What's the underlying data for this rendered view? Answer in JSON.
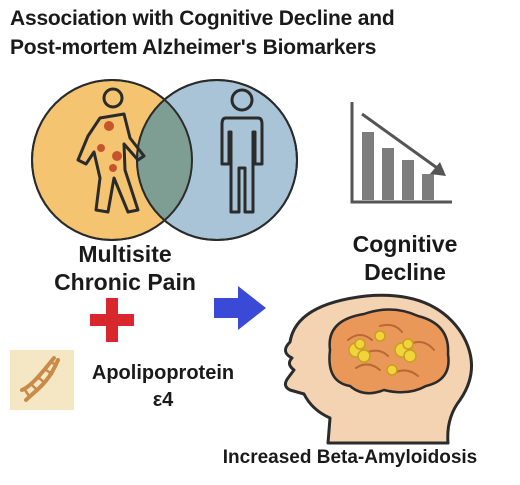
{
  "title": {
    "line1": "Association with Cognitive Decline and",
    "line2": "Post-mortem Alzheimer's Biomarkers"
  },
  "labels": {
    "pain_line1": "Multisite",
    "pain_line2": "Chronic Pain",
    "cognitive_line1": "Cognitive",
    "cognitive_line2": "Decline",
    "apoe_line1": "Apolipoprotein",
    "apoe_line2": "ε4",
    "amyloid": "Increased Beta-Amyloidosis"
  },
  "icons": {
    "venn": "venn-diagram-icon",
    "pain_person": "person-with-pain-points-icon",
    "person": "person-outline-icon",
    "chart": "declining-bar-chart-icon",
    "plus": "plus-icon",
    "dna": "dna-helix-icon",
    "arrow": "right-arrow-icon",
    "head": "head-with-brain-icon"
  },
  "colors": {
    "pain_circle": "#f4c470",
    "person_circle": "#a8c4d6",
    "overlap": "#7e9e94",
    "plus": "#d9272e",
    "arrow": "#3b4ad6",
    "brain": "#e9985a",
    "plaques": "#f1d33a",
    "skin": "#f4d3b2",
    "bars": "#7d7d7d"
  }
}
